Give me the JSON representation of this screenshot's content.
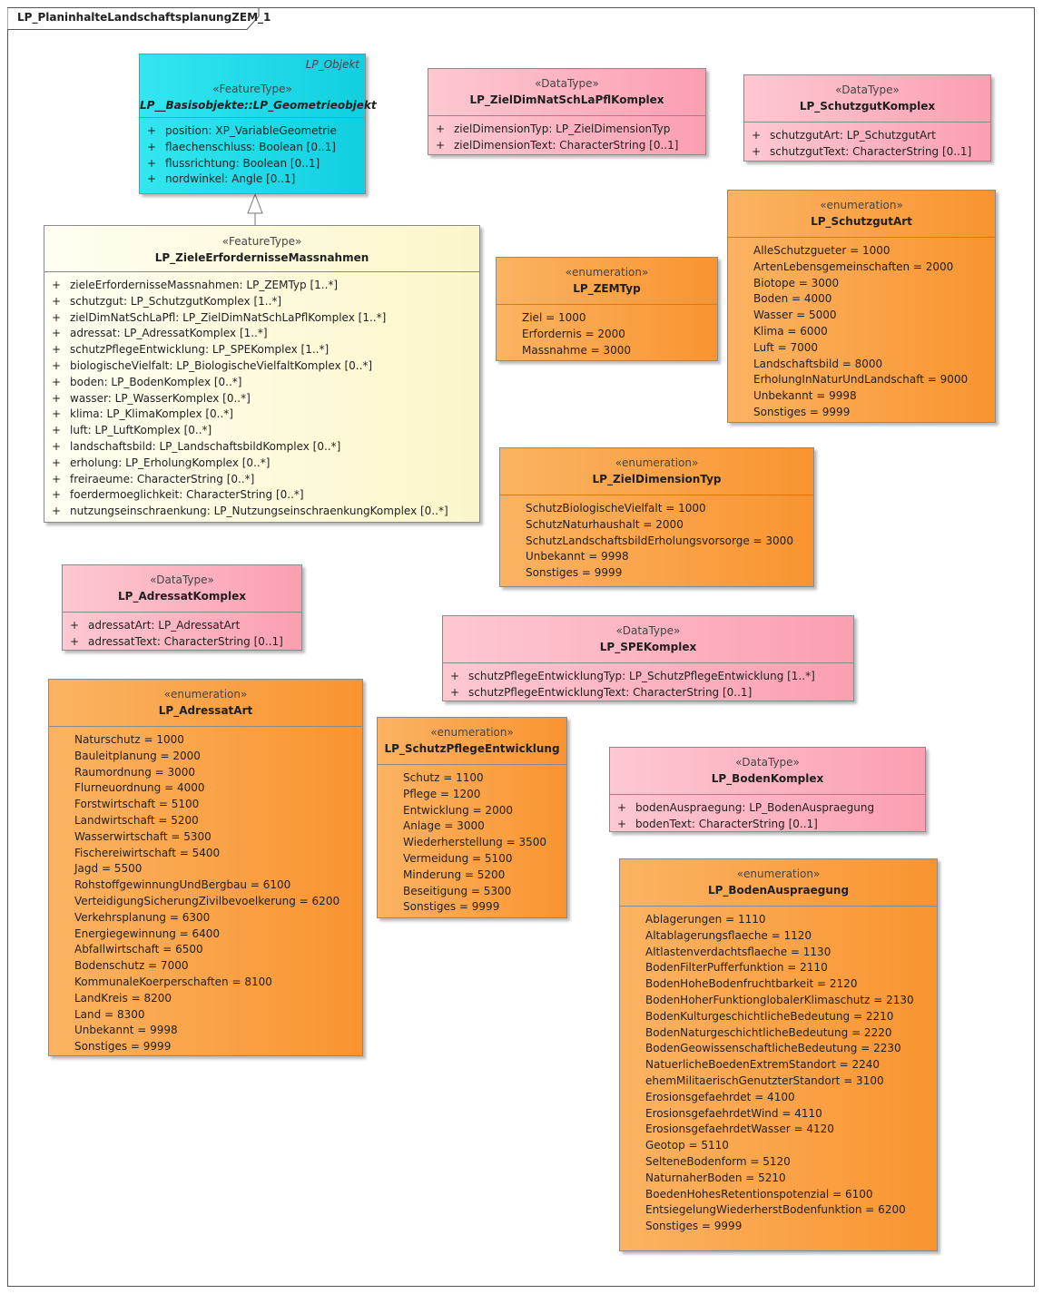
{
  "diagram_title": "LP_PlaninhalteLandschaftsplanungZEM_1",
  "classes": {
    "geometrieobjekt": {
      "tag": "LP_Objekt",
      "stereotype": "«FeatureType»",
      "name": "LP__Basisobjekte::LP_Geometrieobjekt",
      "attributes": [
        {
          "vis": "+",
          "text": "position: XP_VariableGeometrie"
        },
        {
          "vis": "+",
          "text": "flaechenschluss: Boolean [0..1]"
        },
        {
          "vis": "+",
          "text": "flussrichtung: Boolean [0..1]"
        },
        {
          "vis": "+",
          "text": "nordwinkel: Angle [0..1]"
        }
      ]
    },
    "zieleMassnahmen": {
      "stereotype": "«FeatureType»",
      "name": "LP_ZieleErfordernisseMassnahmen",
      "attributes": [
        {
          "vis": "+",
          "text": "zieleErfordernisseMassnahmen: LP_ZEMTyp [1..*]"
        },
        {
          "vis": "+",
          "text": "schutzgut: LP_SchutzgutKomplex [1..*]"
        },
        {
          "vis": "+",
          "text": "zielDimNatSchLaPfl: LP_ZielDimNatSchLaPflKomplex [1..*]"
        },
        {
          "vis": "+",
          "text": "adressat: LP_AdressatKomplex [1..*]"
        },
        {
          "vis": "+",
          "text": "schutzPflegeEntwicklung: LP_SPEKomplex [1..*]"
        },
        {
          "vis": "+",
          "text": "biologischeVielfalt: LP_BiologischeVielfaltKomplex [0..*]"
        },
        {
          "vis": "+",
          "text": "boden: LP_BodenKomplex [0..*]"
        },
        {
          "vis": "+",
          "text": "wasser: LP_WasserKomplex [0..*]"
        },
        {
          "vis": "+",
          "text": "klima: LP_KlimaKomplex [0..*]"
        },
        {
          "vis": "+",
          "text": "luft: LP_LuftKomplex [0..*]"
        },
        {
          "vis": "+",
          "text": "landschaftsbild: LP_LandschaftsbildKomplex [0..*]"
        },
        {
          "vis": "+",
          "text": "erholung: LP_ErholungKomplex [0..*]"
        },
        {
          "vis": "+",
          "text": "freiraeume: CharacterString [0..*]"
        },
        {
          "vis": "+",
          "text": "foerdermoeglichkeit: CharacterString [0..*]"
        },
        {
          "vis": "+",
          "text": "nutzungseinschraenkung: LP_NutzungseinschraenkungKomplex [0..*]"
        }
      ]
    },
    "zielDimKomplex": {
      "stereotype": "«DataType»",
      "name": "LP_ZielDimNatSchLaPflKomplex",
      "attributes": [
        {
          "vis": "+",
          "text": "zielDimensionTyp: LP_ZielDimensionTyp"
        },
        {
          "vis": "+",
          "text": "zielDimensionText: CharacterString [0..1]"
        }
      ]
    },
    "schutzgutKomplex": {
      "stereotype": "«DataType»",
      "name": "LP_SchutzgutKomplex",
      "attributes": [
        {
          "vis": "+",
          "text": "schutzgutArt: LP_SchutzgutArt"
        },
        {
          "vis": "+",
          "text": "schutzgutText: CharacterString [0..1]"
        }
      ]
    },
    "zemTyp": {
      "stereotype": "«enumeration»",
      "name": "LP_ZEMTyp",
      "literals": [
        "Ziel = 1000",
        "Erfordernis = 2000",
        "Massnahme = 3000"
      ]
    },
    "schutzgutArt": {
      "stereotype": "«enumeration»",
      "name": "LP_SchutzgutArt",
      "literals": [
        "AlleSchutzgueter = 1000",
        "ArtenLebensgemeinschaften = 2000",
        "Biotope = 3000",
        "Boden = 4000",
        "Wasser = 5000",
        "Klima = 6000",
        "Luft = 7000",
        "Landschaftsbild = 8000",
        "ErholungInNaturUndLandschaft = 9000",
        "Unbekannt = 9998",
        "Sonstiges = 9999"
      ]
    },
    "zielDimensionTyp": {
      "stereotype": "«enumeration»",
      "name": "LP_ZielDimensionTyp",
      "literals": [
        "SchutzBiologischeVielfalt = 1000",
        "SchutzNaturhaushalt = 2000",
        "SchutzLandschaftsbildErholungsvorsorge = 3000",
        "Unbekannt = 9998",
        "Sonstiges = 9999"
      ]
    },
    "adressatKomplex": {
      "stereotype": "«DataType»",
      "name": "LP_AdressatKomplex",
      "attributes": [
        {
          "vis": "+",
          "text": "adressatArt: LP_AdressatArt"
        },
        {
          "vis": "+",
          "text": "adressatText: CharacterString [0..1]"
        }
      ]
    },
    "speKomplex": {
      "stereotype": "«DataType»",
      "name": "LP_SPEKomplex",
      "attributes": [
        {
          "vis": "+",
          "text": "schutzPflegeEntwicklungTyp: LP_SchutzPflegeEntwicklung [1..*]"
        },
        {
          "vis": "+",
          "text": "schutzPflegeEntwicklungText: CharacterString [0..1]"
        }
      ]
    },
    "adressatArt": {
      "stereotype": "«enumeration»",
      "name": "LP_AdressatArt",
      "literals": [
        "Naturschutz = 1000",
        "Bauleitplanung = 2000",
        "Raumordnung = 3000",
        "Flurneuordnung = 4000",
        "Forstwirtschaft = 5100",
        "Landwirtschaft = 5200",
        "Wasserwirtschaft = 5300",
        "Fischereiwirtschaft = 5400",
        "Jagd = 5500",
        "RohstoffgewinnungUndBergbau = 6100",
        "VerteidigungSicherungZivilbevoelkerung = 6200",
        "Verkehrsplanung = 6300",
        "Energiegewinnung = 6400",
        "Abfallwirtschaft = 6500",
        "Bodenschutz = 7000",
        "KommunaleKoerperschaften = 8100",
        "LandKreis = 8200",
        "Land = 8300",
        "Unbekannt = 9998",
        "Sonstiges = 9999"
      ]
    },
    "schutzPflegeEntwicklung": {
      "stereotype": "«enumeration»",
      "name": "LP_SchutzPflegeEntwicklung",
      "literals": [
        "Schutz = 1100",
        "Pflege = 1200",
        "Entwicklung = 2000",
        "Anlage = 3000",
        "Wiederherstellung = 3500",
        "Vermeidung = 5100",
        "Minderung = 5200",
        "Beseitigung = 5300",
        "Sonstiges = 9999"
      ]
    },
    "bodenKomplex": {
      "stereotype": "«DataType»",
      "name": "LP_BodenKomplex",
      "attributes": [
        {
          "vis": "+",
          "text": "bodenAuspraegung: LP_BodenAuspraegung"
        },
        {
          "vis": "+",
          "text": "bodenText: CharacterString [0..1]"
        }
      ]
    },
    "bodenAuspraegung": {
      "stereotype": "«enumeration»",
      "name": "LP_BodenAuspraegung",
      "literals": [
        "Ablagerungen = 1110",
        "Altablagerungsflaeche = 1120",
        "Altlastenverdachtsflaeche = 1130",
        "BodenFilterPufferfunktion = 2110",
        "BodenHoheBodenfruchtbarkeit = 2120",
        "BodenHoherFunktionglobalerKlimaschutz = 2130",
        "BodenKulturgeschichtlicheBedeutung = 2210",
        "BodenNaturgeschichtlicheBedeutung = 2220",
        "BodenGeowissenschaftlicheBedeutung = 2230",
        "NatuerlicheBoedenExtremStandort = 2240",
        "ehemMilitaerischGenutzterStandort = 3100",
        "Erosionsgefaehrdet = 4100",
        "ErosionsgefaehrdetWind = 4110",
        "ErosionsgefaehrdetWasser = 4120",
        "Geotop = 5110",
        "SelteneBodenform = 5120",
        "NaturnaherBoden = 5210",
        "BoedenHohesRetentionspotenzial = 6100",
        "EntsiegelungWiederherstBodenfunktion = 6200",
        "Sonstiges = 9999"
      ]
    }
  }
}
